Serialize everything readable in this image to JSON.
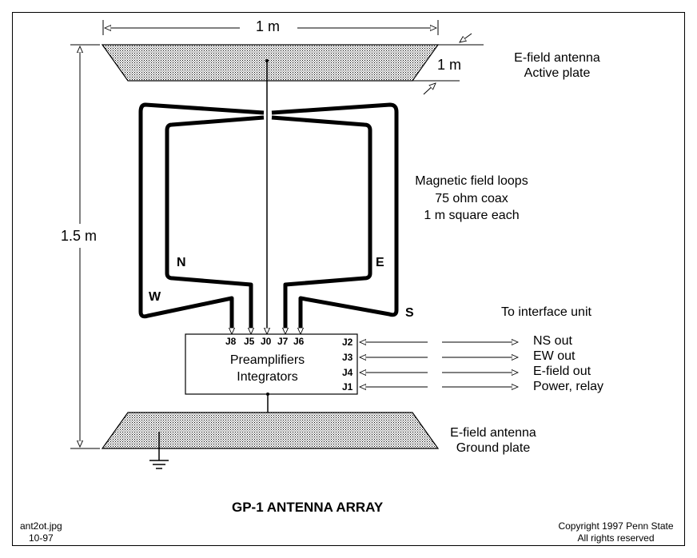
{
  "dimensions": {
    "width_top": "1 m",
    "depth": "1 m",
    "height": "1.5 m"
  },
  "e_field_active": {
    "line1": "E-field antenna",
    "line2": "Active plate"
  },
  "e_field_ground": {
    "line1": "E-field antenna",
    "line2": "Ground plate"
  },
  "magnetic_loops": {
    "line1": "Magnetic field loops",
    "line2": "75 ohm coax",
    "line3": "1 m square each"
  },
  "directions": {
    "n": "N",
    "e": "E",
    "w": "W",
    "s": "S"
  },
  "preamp": {
    "line1": "Preamplifiers",
    "line2": "Integrators",
    "top_jacks": [
      "J8",
      "J5",
      "J0",
      "J7",
      "J6"
    ],
    "side_jacks": [
      "J2",
      "J3",
      "J4",
      "J1"
    ]
  },
  "interface_unit": "To interface unit",
  "outputs": [
    "NS out",
    "EW out",
    "E-field out",
    "Power, relay"
  ],
  "title": "GP-1 ANTENNA ARRAY",
  "file_info": {
    "filename": "ant2ot.jpg",
    "date": "10-97"
  },
  "copyright": {
    "line1": "Copyright 1997 Penn State",
    "line2": "All rights reserved"
  },
  "colors": {
    "line": "#000000",
    "plate_fill": "#d8d8d8",
    "background": "#ffffff"
  }
}
